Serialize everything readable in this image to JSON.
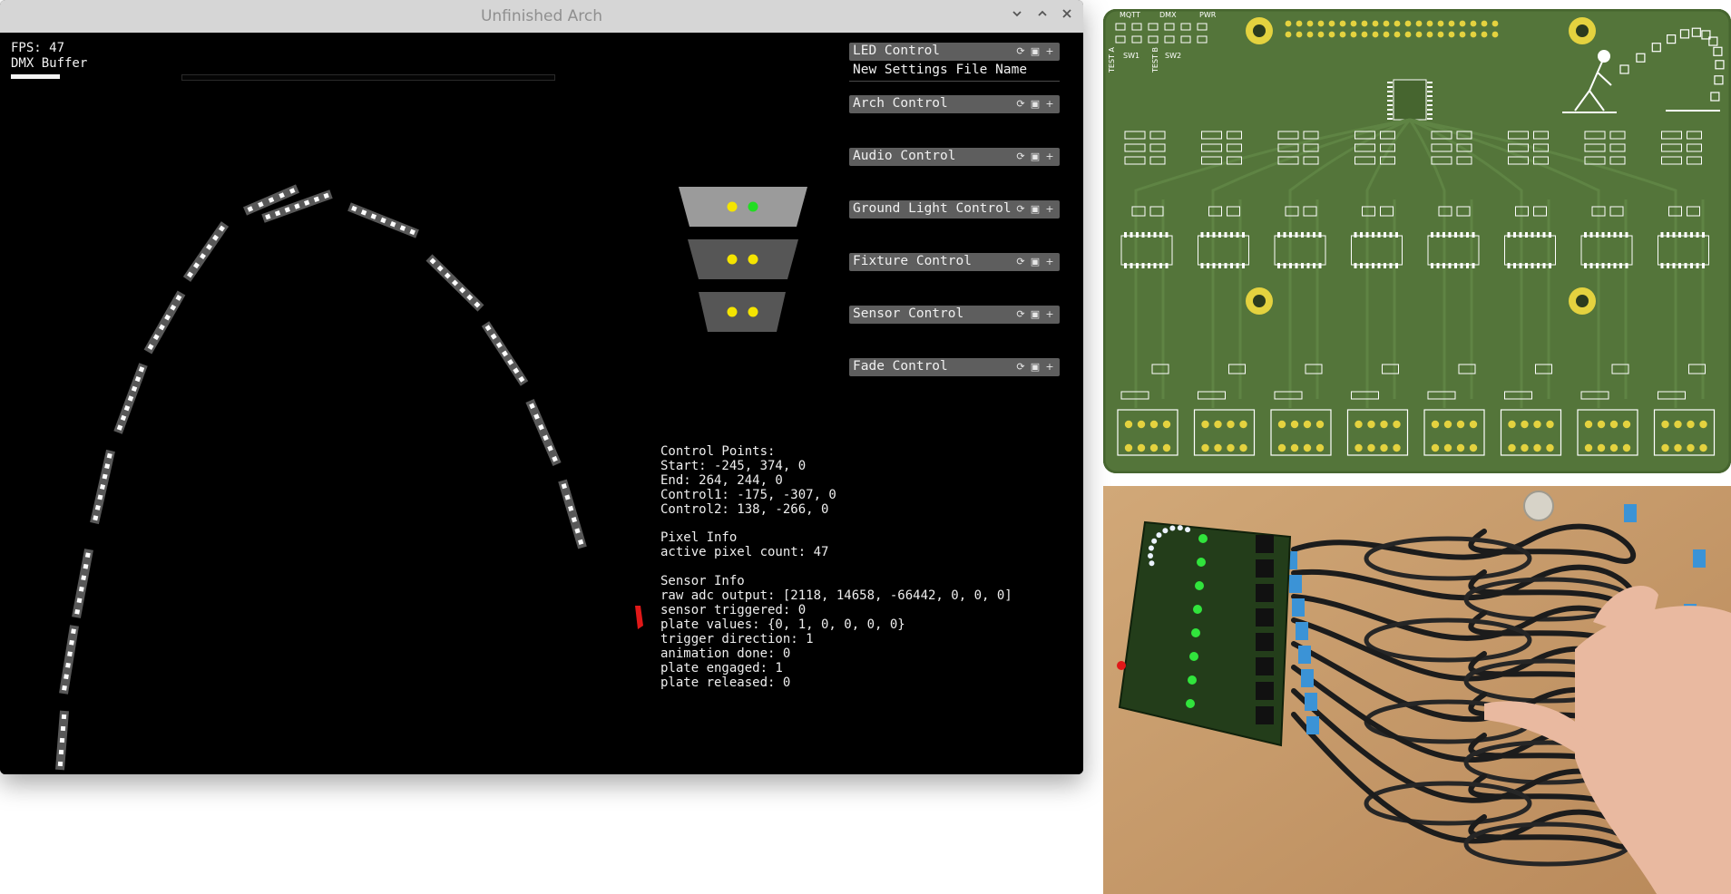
{
  "window": {
    "title": "Unfinished Arch",
    "buttons": [
      "minimize",
      "maximize",
      "close"
    ]
  },
  "overlay": {
    "fps": "FPS: 47",
    "dmx_label": "DMX Buffer"
  },
  "controls": {
    "items": [
      {
        "label": "LED Control"
      },
      {
        "label": "Arch Control"
      },
      {
        "label": "Audio Control"
      },
      {
        "label": "Ground Light Control"
      },
      {
        "label": "Fixture Control"
      },
      {
        "label": "Sensor Control"
      },
      {
        "label": "Fade Control"
      }
    ],
    "new_settings_file": "New Settings File Name",
    "icons": [
      "refresh-icon",
      "save-icon",
      "plus-icon"
    ]
  },
  "info": {
    "control_points_header": "Control Points:",
    "start": "Start: -245, 374, 0",
    "end": "End: 264, 244, 0",
    "control1": "Control1: -175, -307, 0",
    "control2": "Control2: 138, -266, 0",
    "pixel_header": "Pixel Info",
    "active_pixel_count": "active pixel count: 47",
    "sensor_header": "Sensor Info",
    "raw_adc": "raw adc output: [2118, 14658, -66442, 0, 0, 0]",
    "sensor_triggered": "sensor triggered: 0",
    "plate_values": "plate values: {0, 1, 0, 0, 0, 0}",
    "trigger_direction": "trigger direction: 1",
    "animation_done": "animation done: 0",
    "plate_engaged": "plate engaged: 1",
    "plate_released": "plate released: 0"
  },
  "pcb": {
    "labels": {
      "mqtt": "MQTT",
      "dmx": "DMX",
      "pwr": "PWR",
      "test_a": "TEST A",
      "test_b": "TEST B",
      "sw1": "SW1",
      "sw2": "SW2"
    }
  },
  "colors": {
    "window_bg": "#000000",
    "titlebar": "#d6d6d6",
    "ctrl_bg": "#5e5e5e",
    "pcb_green": "#54753a",
    "pcb_gold": "#e4d23f",
    "led_green": "#31e43c",
    "indicator_red": "#e01818"
  }
}
